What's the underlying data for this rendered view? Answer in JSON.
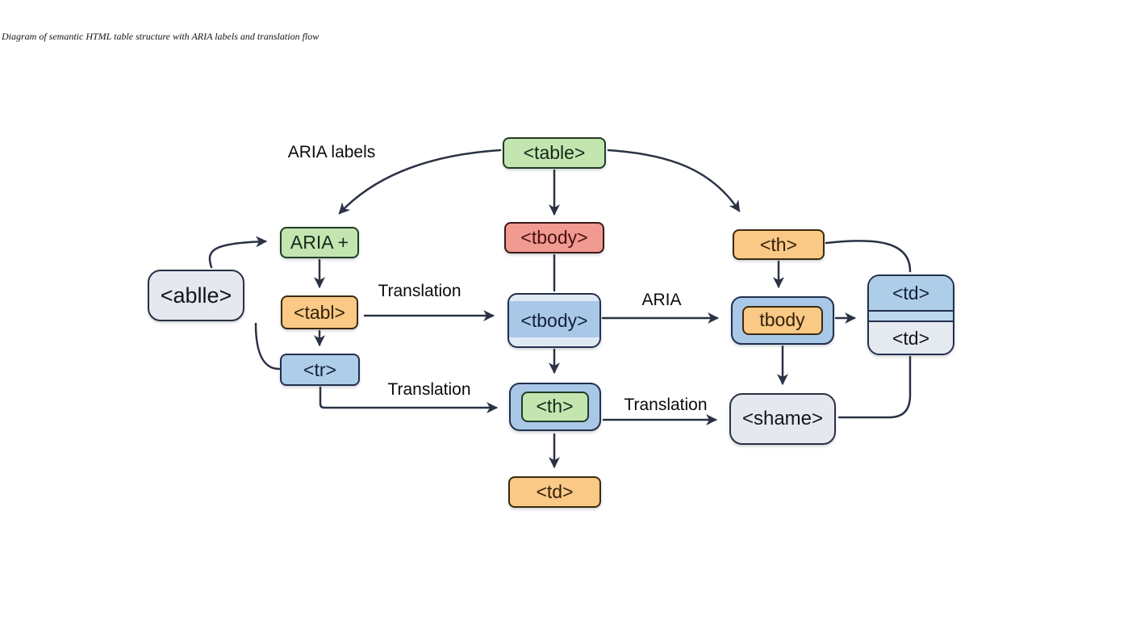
{
  "caption": "Diagram of semantic HTML table structure with ARIA labels and translation flow",
  "colors": {
    "green_fill": "#c3e6b1",
    "orange_fill": "#f9c985",
    "red_fill": "#f19a92",
    "blue_fill": "#aecde9",
    "gray_fill": "#e5e8ef",
    "arrow": "#2b3245"
  },
  "labels": {
    "aria_labels": "ARIA labels",
    "translation_top": "Translation",
    "aria": "ARIA",
    "translation_mid": "Translation",
    "translation_right": "Translation"
  },
  "nodes": {
    "table": "<table>",
    "aria_plus": "ARIA +",
    "tbody_red": "<tbody>",
    "th_right": "<th>",
    "ablle": "<ablle>",
    "tabl": "<tabl>",
    "tbody_center": "<tbody>",
    "tbody_inner": "tbody",
    "td_cell_top": "<td>",
    "td_cell_bottom": "<td>",
    "tr": "<tr>",
    "th_center": "<th>",
    "shame": "<shame>",
    "td_bottom": "<td>"
  }
}
